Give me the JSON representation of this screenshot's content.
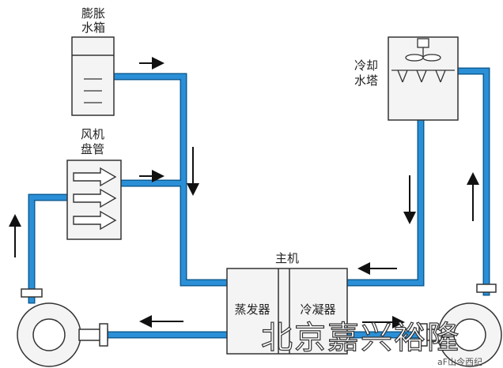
{
  "labels": {
    "expansion_tank_line1": "膨胀",
    "expansion_tank_line2": "水箱",
    "fan_coil_line1": "风机",
    "fan_coil_line2": "盘管",
    "cooling_tower_line1": "冷却",
    "cooling_tower_line2": "水塔",
    "chiller": "主机",
    "evaporator": "蒸发器",
    "condenser": "冷凝器"
  },
  "watermark": {
    "text": "北京嘉兴裕隆",
    "small": "aF山今西纪"
  },
  "colors": {
    "pipe": "#1f82c8",
    "pipe_outline": "#0e5d95",
    "equipment_fill": "#f4f4f4",
    "equipment_stroke": "#333333",
    "arrow": "#111111"
  }
}
